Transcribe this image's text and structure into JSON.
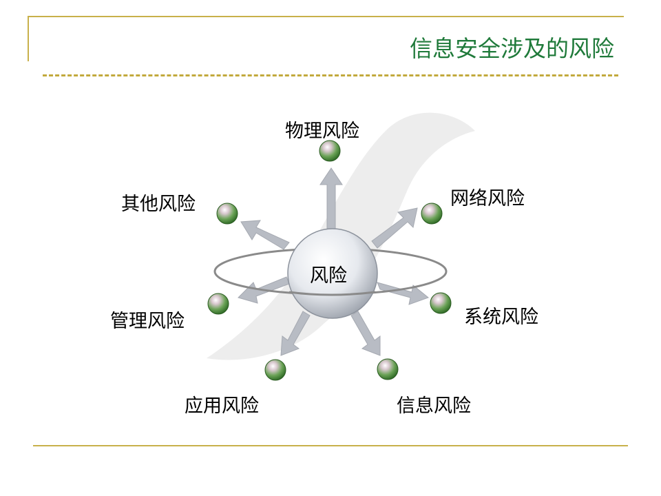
{
  "slide": {
    "title": "信息安全涉及的风险"
  },
  "diagram": {
    "center_label": "风险",
    "nodes": [
      {
        "id": "physical",
        "label": "物理风险"
      },
      {
        "id": "network",
        "label": "网络风险"
      },
      {
        "id": "system",
        "label": "系统风险"
      },
      {
        "id": "info",
        "label": "信息风险"
      },
      {
        "id": "application",
        "label": "应用风险"
      },
      {
        "id": "management",
        "label": "管理风险"
      },
      {
        "id": "other",
        "label": "其他风险"
      }
    ]
  },
  "colors": {
    "frame": "#c8b04a",
    "title": "#1f7a3a",
    "node_green": "#4a8f3a",
    "arrow": "#b9bcc3"
  }
}
